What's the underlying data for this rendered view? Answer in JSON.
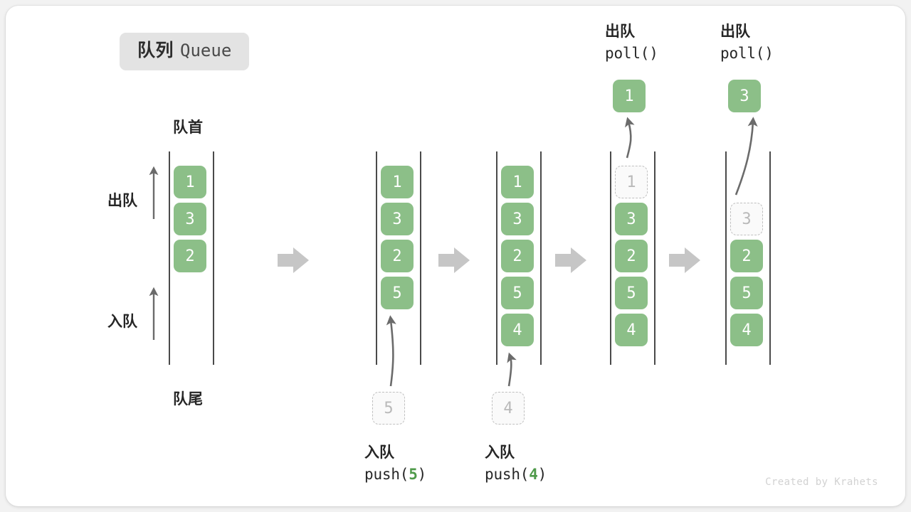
{
  "title": {
    "cn": "队列",
    "en": "Queue"
  },
  "labels": {
    "head": "队首",
    "tail": "队尾",
    "dequeue": "出队",
    "enqueue": "入队"
  },
  "credit": "Created by Krahets",
  "colors": {
    "element_green": "#8cbf88",
    "ghost_border": "#c0c0c0",
    "ghost_text": "#b9b9b9",
    "rail": "#4a4a4a",
    "step_arrow": "#c6c6c6",
    "badge_bg": "#e3e3e3",
    "accent_number": "#4f9a4a"
  },
  "operations": {
    "push5": {
      "cn": "入队",
      "code_prefix": "push(",
      "code_value": "5",
      "code_suffix": ")"
    },
    "push4": {
      "cn": "入队",
      "code_prefix": "push(",
      "code_value": "4",
      "code_suffix": ")"
    },
    "poll1": {
      "cn": "出队",
      "code": "poll()"
    },
    "poll2": {
      "cn": "出队",
      "code": "poll()"
    }
  },
  "stages": [
    {
      "name": "initial",
      "elements": [
        {
          "value": "1",
          "state": "filled"
        },
        {
          "value": "3",
          "state": "filled"
        },
        {
          "value": "2",
          "state": "filled"
        }
      ]
    },
    {
      "name": "after-push-5",
      "elements": [
        {
          "value": "1",
          "state": "filled"
        },
        {
          "value": "3",
          "state": "filled"
        },
        {
          "value": "2",
          "state": "filled"
        },
        {
          "value": "5",
          "state": "filled"
        }
      ],
      "incoming": {
        "value": "5",
        "state": "ghost"
      }
    },
    {
      "name": "after-push-4",
      "elements": [
        {
          "value": "1",
          "state": "filled"
        },
        {
          "value": "3",
          "state": "filled"
        },
        {
          "value": "2",
          "state": "filled"
        },
        {
          "value": "5",
          "state": "filled"
        },
        {
          "value": "4",
          "state": "filled"
        }
      ],
      "incoming": {
        "value": "4",
        "state": "ghost"
      }
    },
    {
      "name": "after-poll-1",
      "elements": [
        {
          "value": "1",
          "state": "ghost"
        },
        {
          "value": "3",
          "state": "filled"
        },
        {
          "value": "2",
          "state": "filled"
        },
        {
          "value": "5",
          "state": "filled"
        },
        {
          "value": "4",
          "state": "filled"
        }
      ],
      "outgoing": {
        "value": "1",
        "state": "filled"
      }
    },
    {
      "name": "after-poll-3",
      "elements": [
        {
          "value": "",
          "state": "empty"
        },
        {
          "value": "3",
          "state": "ghost"
        },
        {
          "value": "2",
          "state": "filled"
        },
        {
          "value": "5",
          "state": "filled"
        },
        {
          "value": "4",
          "state": "filled"
        }
      ],
      "outgoing": {
        "value": "3",
        "state": "filled"
      }
    }
  ]
}
